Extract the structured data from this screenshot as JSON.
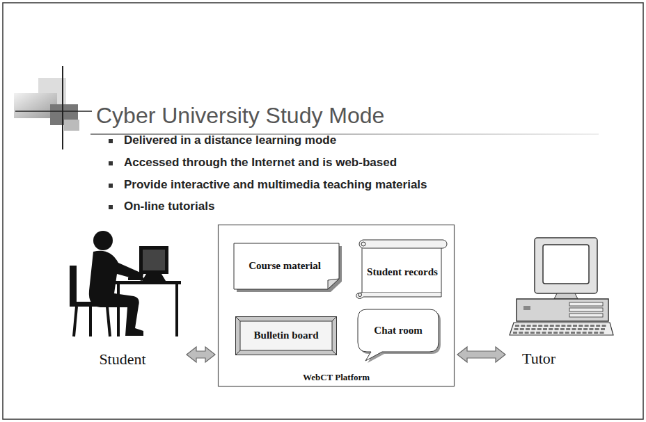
{
  "diagram": {
    "title": "Cyber University Study Mode",
    "nodes": [
      {
        "text": [
          "Student"
        ]
      },
      {
        "text": [
          "WebCT Platform"
        ]
      },
      {
        "text": [
          "Course material"
        ],
        "in": 1
      },
      {
        "text": [
          "Student records"
        ],
        "in": 1
      },
      {
        "text": [
          "Bulletin board"
        ],
        "in": 1
      },
      {
        "text": [
          "Chat room"
        ],
        "in": 1
      },
      {
        "text": [
          "Tutor"
        ]
      }
    ],
    "edges": [
      {
        "from": 0,
        "to": 1,
        "arrow": "both"
      },
      {
        "from": 1,
        "to": 6,
        "arrow": "both"
      }
    ],
    "labels": [
      "Delivered in a distance learning mode",
      "Accessed through the Internet and is web-based",
      "Provide interactive and multimedia teaching materials",
      "On-line tutorials"
    ]
  }
}
